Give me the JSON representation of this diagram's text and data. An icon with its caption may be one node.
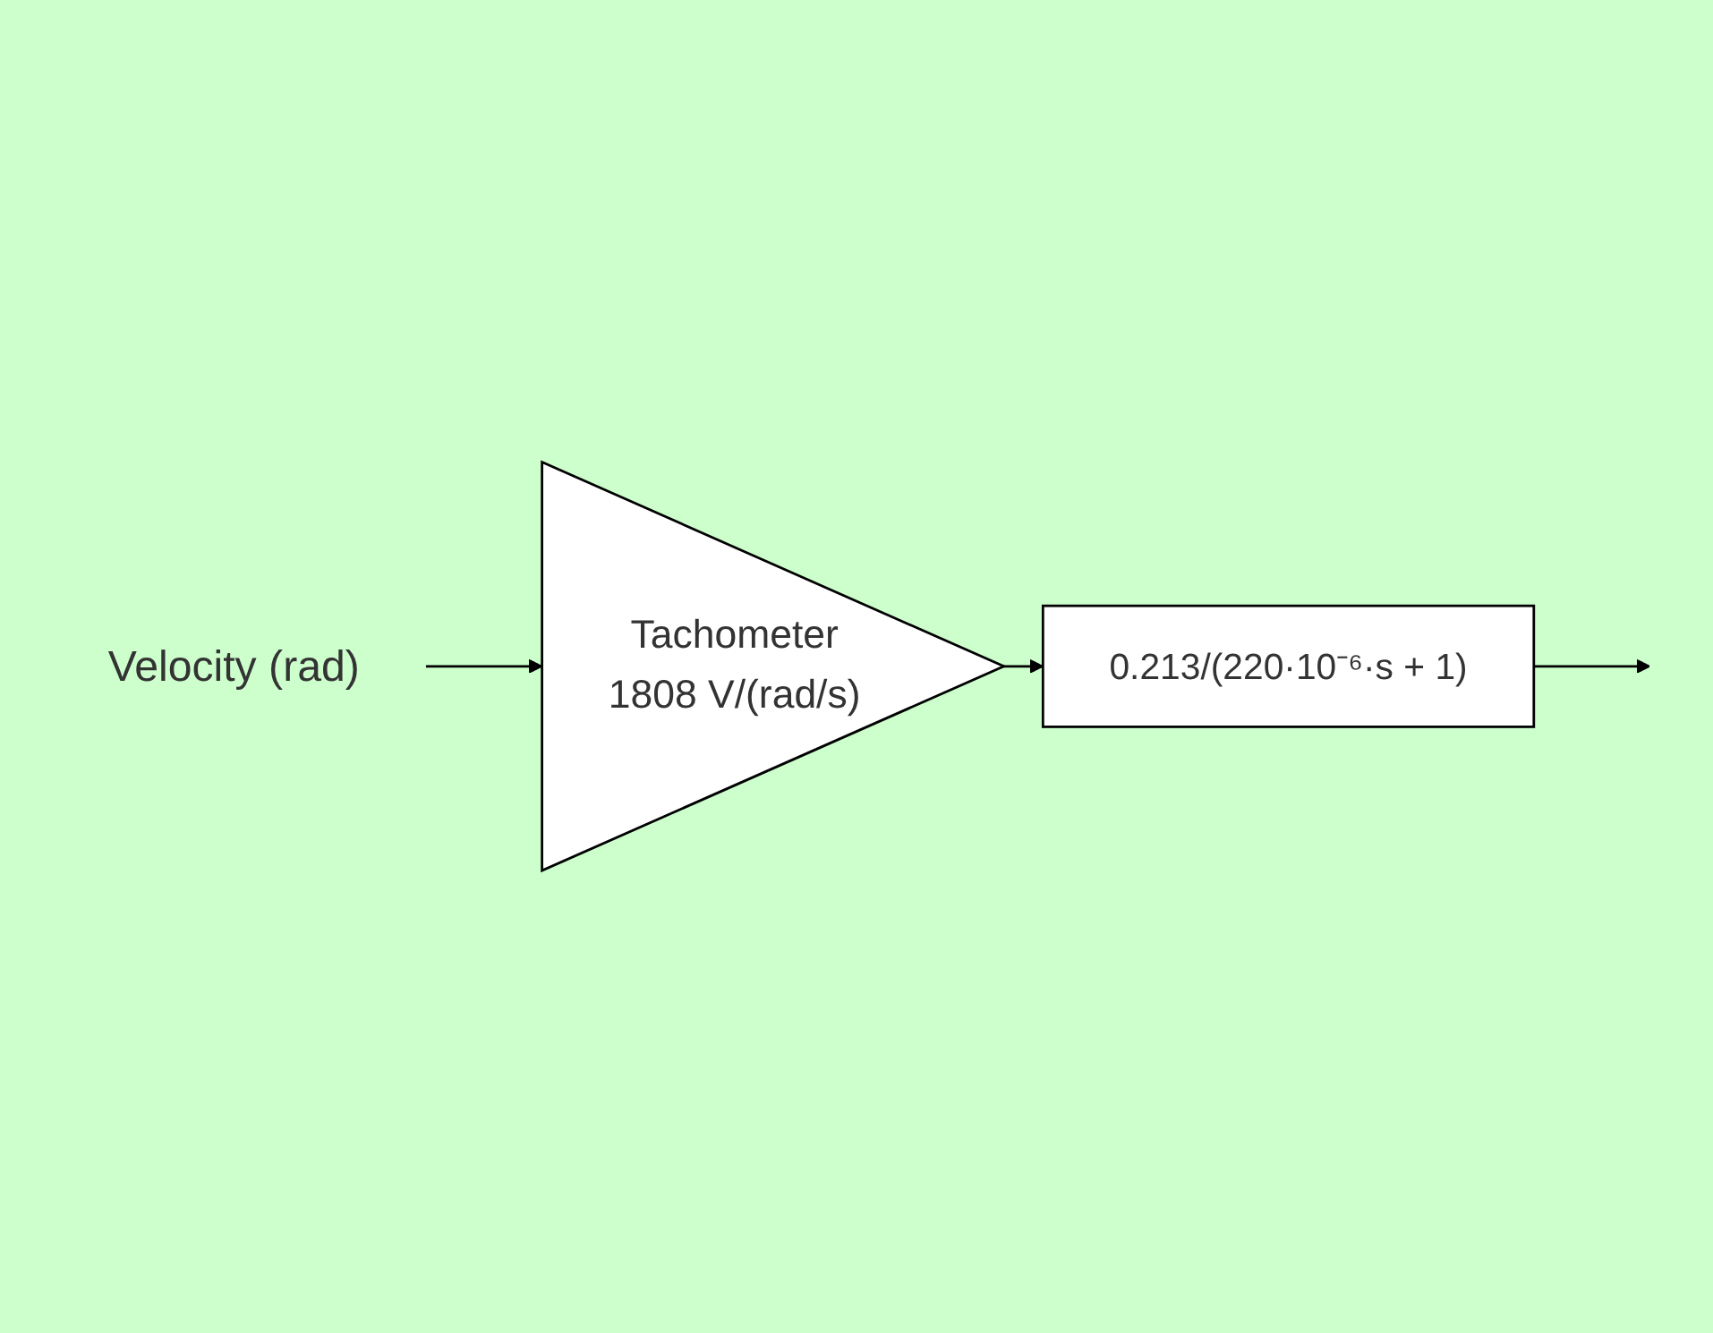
{
  "diagram": {
    "nodes": [
      {
        "text": [
          "Velocity (rad)"
        ]
      },
      {
        "text": [
          "Tachometer",
          "1808 V/(rad/s)"
        ]
      },
      {
        "text": [
          "0.213/(220·10⁻⁶·s + 1)"
        ]
      }
    ],
    "edges": [
      {
        "from": 0,
        "to": 1,
        "arrow": "to"
      },
      {
        "from": 1,
        "to": 2,
        "arrow": "to"
      },
      {
        "from": 2,
        "to": null,
        "arrow": "to"
      }
    ]
  }
}
